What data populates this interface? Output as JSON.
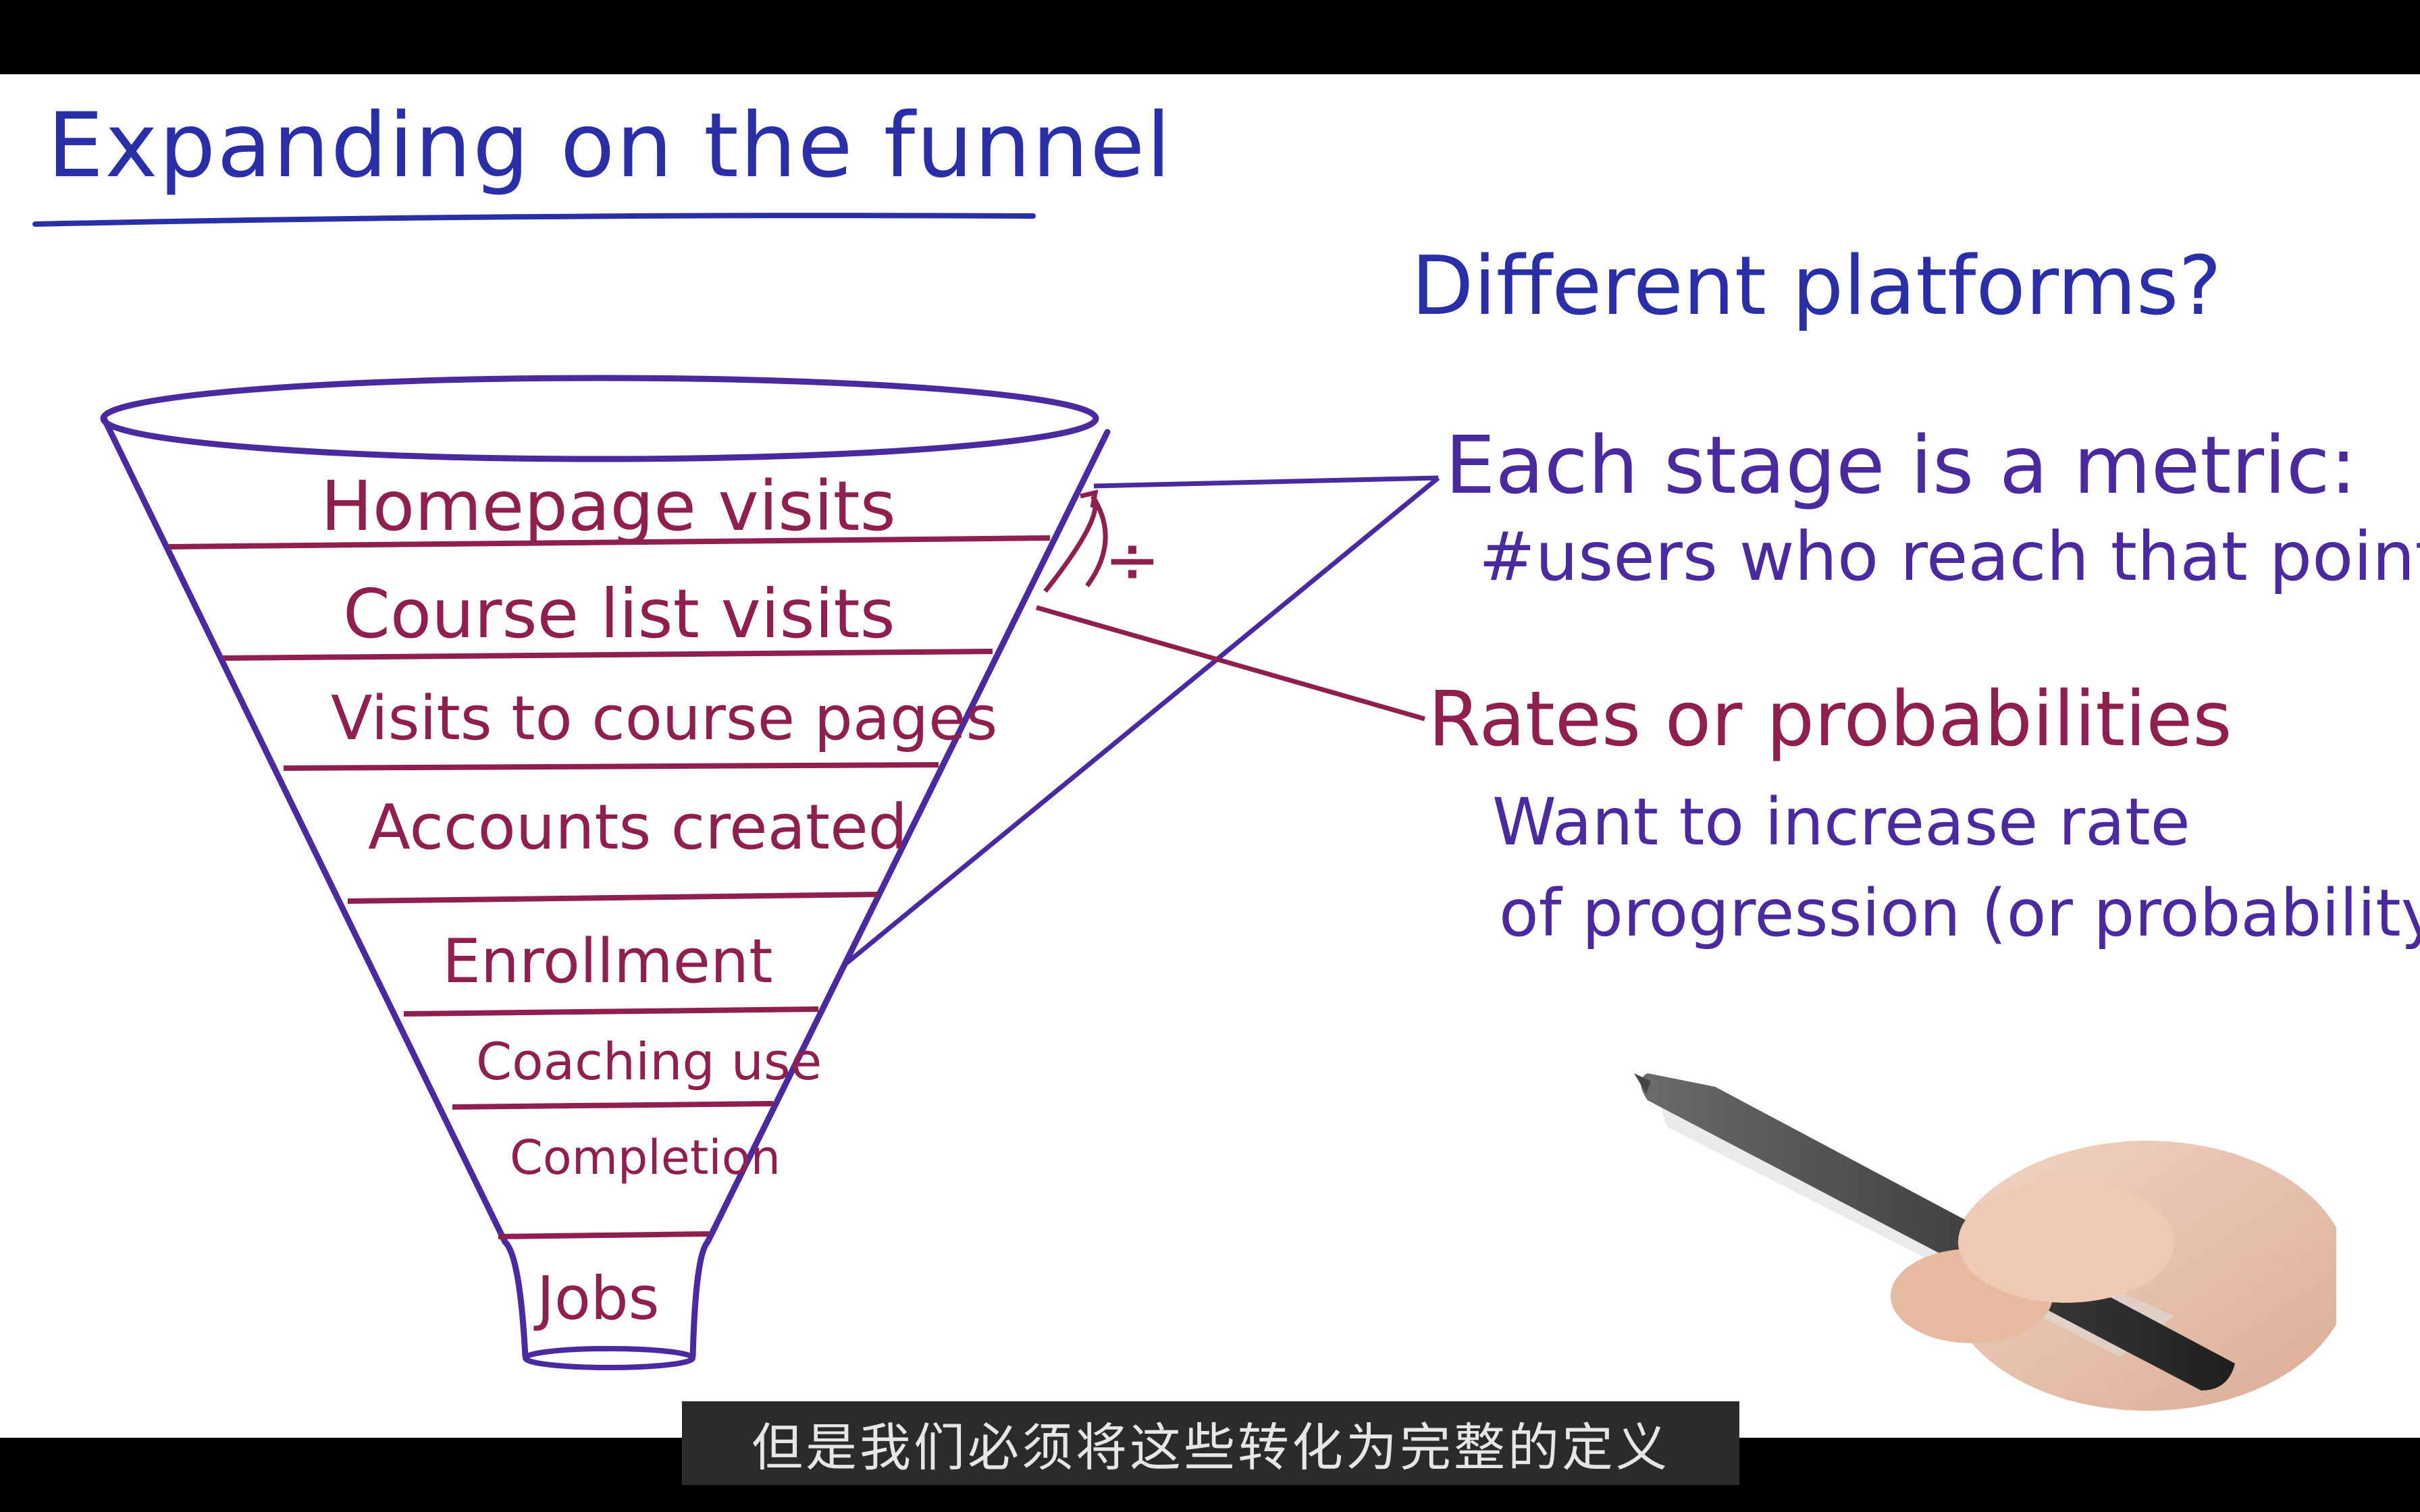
{
  "title": "Expanding on the funnel",
  "question": "Different platforms?",
  "funnel": {
    "stages": [
      "Homepage visits",
      "Course list visits",
      "Visits to course pages",
      "Accounts created",
      "Enrollment",
      "Coaching use",
      "Completion",
      "Jobs"
    ],
    "divide_symbol": "÷"
  },
  "notes": {
    "metric_heading": "Each stage is a metric:",
    "metric_detail": "#users who reach that point",
    "rates_heading": "Rates or probabilities",
    "rates_detail_1": "Want to increase rate",
    "rates_detail_2": "of progression (or probability)"
  },
  "subtitle": "但是我们必须将这些转化为完整的定义",
  "colors": {
    "blue_ink": "#2a2fa8",
    "red_ink": "#8e1f4f",
    "purple_ink": "#4a2a9e"
  }
}
